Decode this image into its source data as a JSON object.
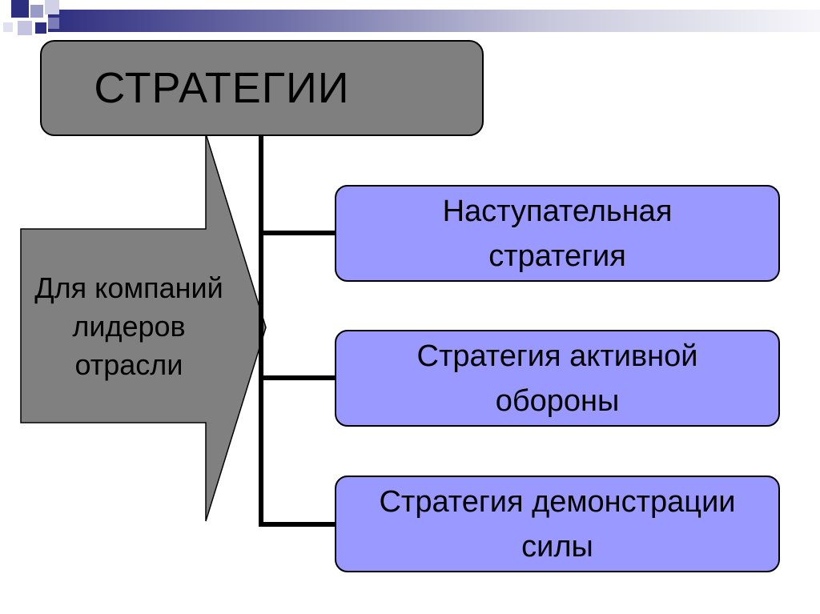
{
  "title": "СТРАТЕГИИ",
  "arrow_label": {
    "line1": "Для компаний",
    "line2": "лидеров",
    "line3": "отрасли"
  },
  "strategies": [
    {
      "line1": "Наступательная",
      "line2": "стратегия"
    },
    {
      "line1": "Стратегия активной",
      "line2": "обороны"
    },
    {
      "line1": "Стратегия демонстрации",
      "line2": "силы"
    }
  ],
  "colors": {
    "title_box": "#7f7f7f",
    "arrow": "#808080",
    "strategy_box": "#9999ff",
    "connector": "#000000",
    "top_bar_dark": "#2e2e80"
  }
}
